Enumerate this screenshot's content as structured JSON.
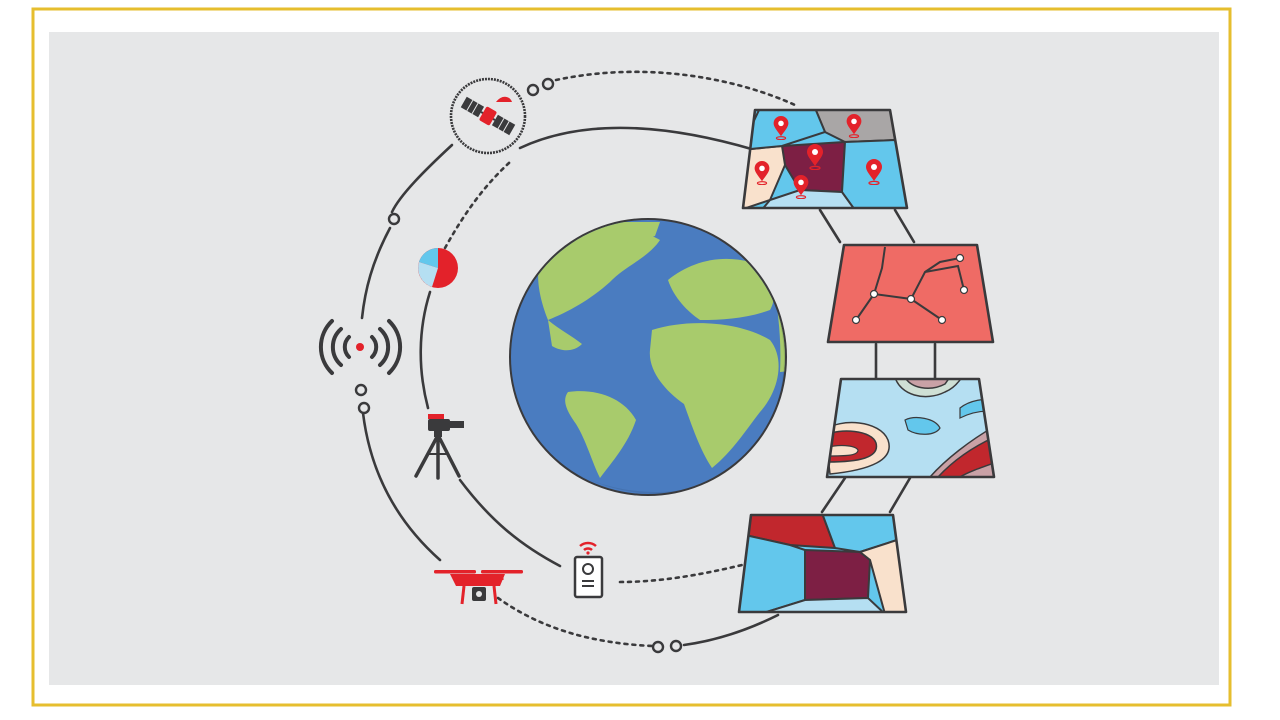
{
  "colors": {
    "frame": "#E6BE2E",
    "panel": "#E6E7E8",
    "line": "#3A3A3C",
    "accent_red": "#E3222A",
    "dark_red": "#C1272D",
    "maroon": "#7D1F44",
    "sky_blue": "#63C7EC",
    "light_blue": "#B5DFF2",
    "cream": "#F9E1CC",
    "gray": "#A9A6A6",
    "salmon": "#EF6B65",
    "ocean": "#4A7CC0",
    "land": "#A8CB6C"
  },
  "diagram": {
    "center": "globe",
    "data_sources": [
      "satellite-icon",
      "pie-chart-icon",
      "wireless-signal-icon",
      "survey-tripod-icon",
      "drone-icon",
      "mobile-device-icon"
    ],
    "map_layers": [
      "location-pins-map",
      "network-map",
      "contour-map",
      "region-map"
    ]
  }
}
